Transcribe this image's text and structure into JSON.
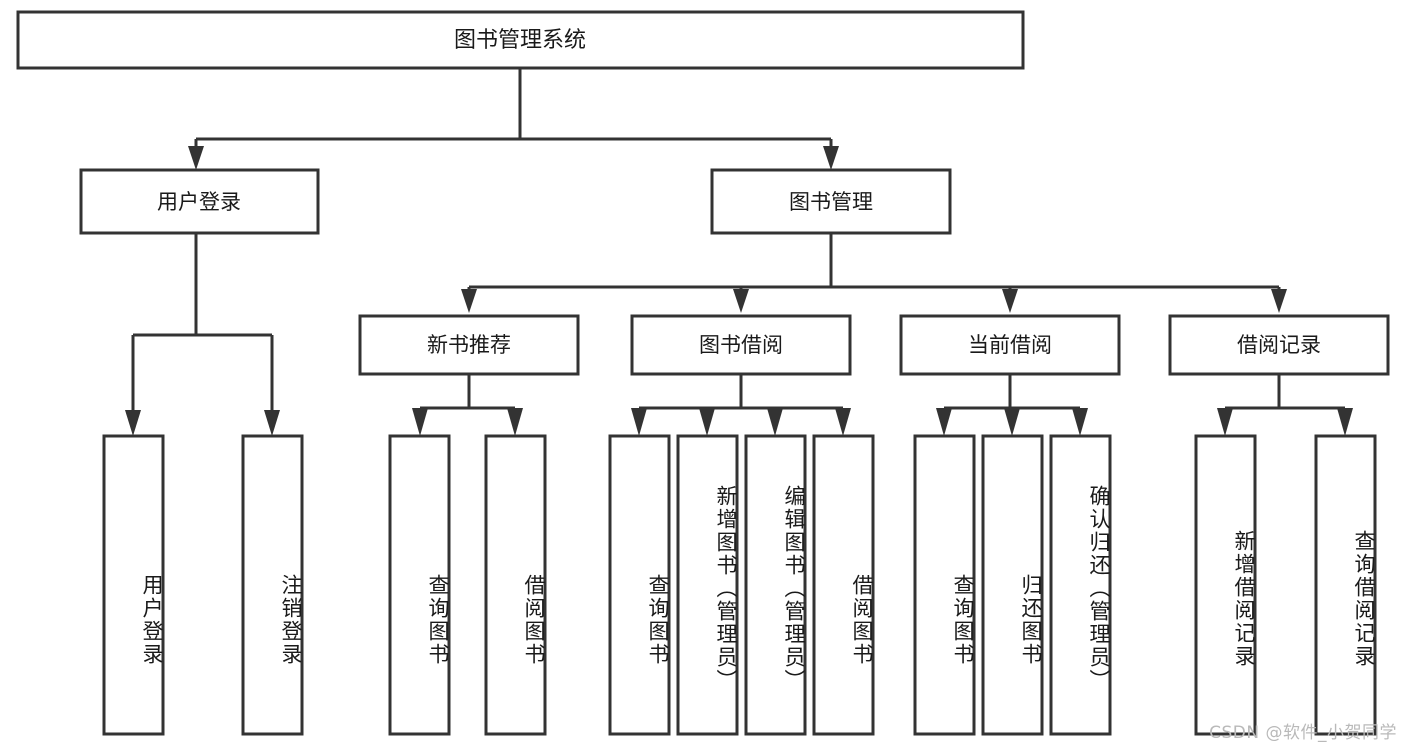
{
  "diagram": {
    "title": "图书管理系统",
    "type": "hierarchy-tree",
    "orientation": "top-down",
    "colors": {
      "box_stroke": "#333333",
      "box_fill": "#ffffff",
      "edge": "#333333",
      "text": "#1a1a1a",
      "watermark": "#b9b9b9",
      "background": "#ffffff"
    },
    "root": {
      "label": "图书管理系统"
    },
    "level2": [
      {
        "id": "user-login",
        "label": "用户登录"
      },
      {
        "id": "book-manage",
        "label": "图书管理"
      }
    ],
    "level3": [
      {
        "id": "new-book-recommend",
        "label": "新书推荐",
        "parent": "book-manage"
      },
      {
        "id": "book-borrow",
        "label": "图书借阅",
        "parent": "book-manage"
      },
      {
        "id": "current-borrow",
        "label": "当前借阅",
        "parent": "book-manage"
      },
      {
        "id": "borrow-record",
        "label": "借阅记录",
        "parent": "book-manage"
      }
    ],
    "leaves": {
      "user-login": [
        {
          "id": "leaf-user-login",
          "label": "用户登录"
        },
        {
          "id": "leaf-user-logout",
          "label": "注销登录"
        }
      ],
      "new-book-recommend": [
        {
          "id": "leaf-query-book-1",
          "label": "查询图书"
        },
        {
          "id": "leaf-borrow-book-1",
          "label": "借阅图书"
        }
      ],
      "book-borrow": [
        {
          "id": "leaf-query-book-2",
          "label": "查询图书"
        },
        {
          "id": "leaf-add-book",
          "label": "新增图书（管理员）"
        },
        {
          "id": "leaf-edit-book",
          "label": "编辑图书（管理员）"
        },
        {
          "id": "leaf-borrow-book-2",
          "label": "借阅图书"
        }
      ],
      "current-borrow": [
        {
          "id": "leaf-query-book-3",
          "label": "查询图书"
        },
        {
          "id": "leaf-return-book",
          "label": "归还图书"
        },
        {
          "id": "leaf-confirm-return",
          "label": "确认归还（管理员）"
        }
      ],
      "borrow-record": [
        {
          "id": "leaf-add-record",
          "label": "新增借阅记录"
        },
        {
          "id": "leaf-query-record",
          "label": "查询借阅记录"
        }
      ]
    },
    "watermark": "CSDN @软件_小贺同学"
  }
}
